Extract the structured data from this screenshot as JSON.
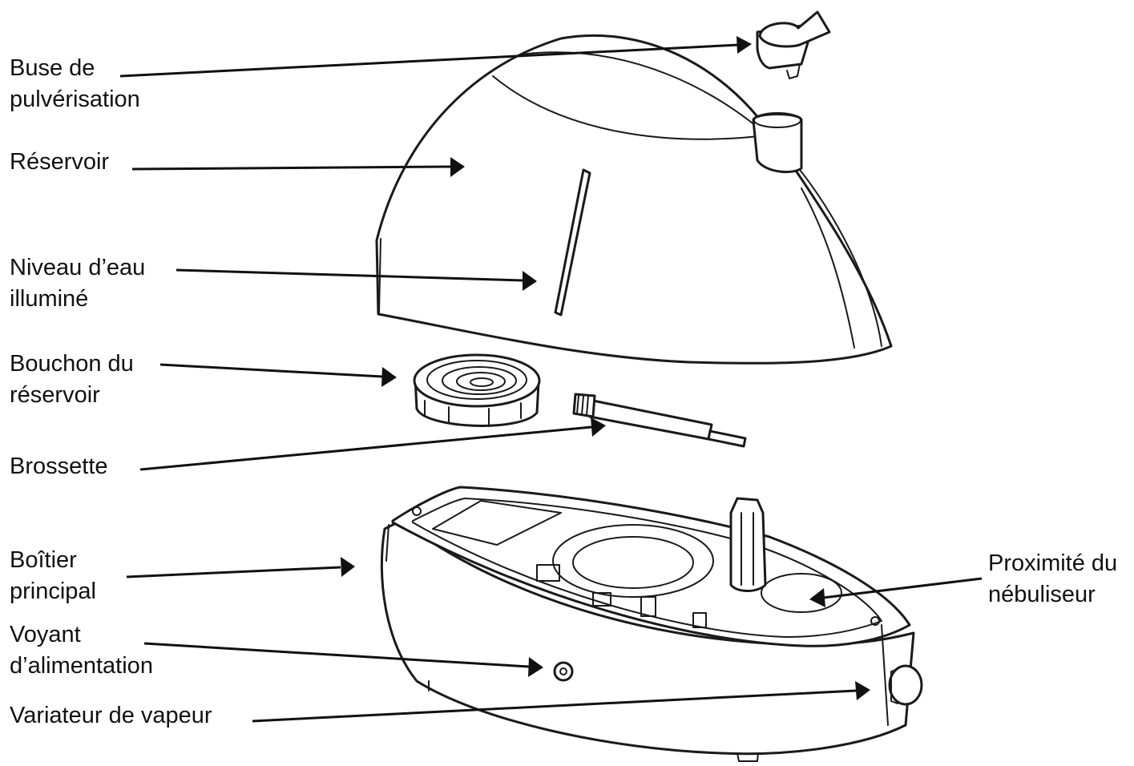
{
  "diagram": {
    "labels": {
      "nozzle": [
        "Buse de",
        "pulvérisation"
      ],
      "tank": [
        "Réservoir"
      ],
      "level": [
        "Niveau d’eau",
        "illuminé"
      ],
      "cap": [
        "Bouchon du",
        "réservoir"
      ],
      "brush": [
        "Brossette"
      ],
      "base": [
        "Boîtier",
        "principal"
      ],
      "power": [
        "Voyant",
        "d’alimentation"
      ],
      "dial": [
        "Variateur de vapeur"
      ],
      "nebulizer": [
        "Proximité du",
        "nébuliseur"
      ]
    },
    "colors": {
      "ink": "#111111",
      "background": "#ffffff"
    }
  }
}
